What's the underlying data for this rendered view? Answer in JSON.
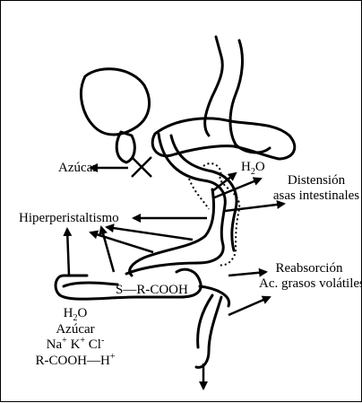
{
  "labels": {
    "azucar_top": "Azúcar",
    "h2o_top": "H",
    "h2o_top_sub": "2",
    "h2o_top_o": "O",
    "distension_1": "Distensión",
    "distension_2": "asas intestinales",
    "hiperperistaltismo": "Hiperperistaltismo",
    "s_rcooh": "S—R-COOH",
    "reabsorcion_1": "Reabsorción",
    "reabsorcion_2": "Ac. grasos volátiles",
    "bottom_h": "H",
    "bottom_h_sub": "2",
    "bottom_o": "O",
    "bottom_azucar": "Azúcar",
    "ion_na": "Na",
    "ion_k": "K",
    "ion_cl": "Cl",
    "plus": "+",
    "minus": "-",
    "rcooh_h": "R-COOH—H",
    "rcooh_h_sup": "+"
  },
  "colors": {
    "ink": "#000000",
    "background": "#ffffff"
  }
}
